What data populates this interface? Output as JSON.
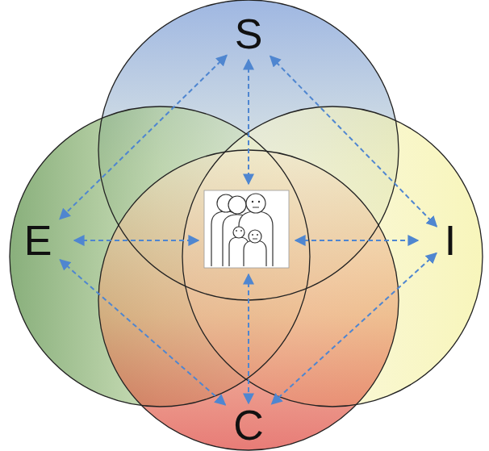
{
  "diagram": {
    "nodes": [
      {
        "text": [
          "S"
        ]
      },
      {
        "text": [
          "E"
        ]
      },
      {
        "text": [
          "I"
        ]
      },
      {
        "text": [
          "C"
        ]
      }
    ],
    "edges": [
      {
        "from": 0,
        "to": 1,
        "arrow": "both"
      },
      {
        "from": 0,
        "to": 2,
        "arrow": "both"
      },
      {
        "from": 1,
        "to": 3,
        "arrow": "both"
      },
      {
        "from": 2,
        "to": 3,
        "arrow": "both"
      }
    ]
  }
}
